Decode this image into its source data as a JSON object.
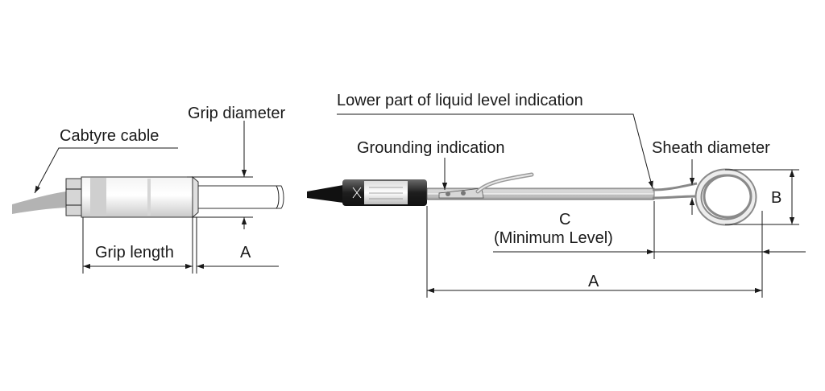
{
  "labels": {
    "cabtyre_cable": "Cabtyre cable",
    "grip_diameter": "Grip diameter",
    "grip_length": "Grip length",
    "dim_a_left": "A",
    "lower_part": "Lower part of liquid level indication",
    "grounding": "Grounding indication",
    "sheath_diameter": "Sheath diameter",
    "dim_c": "C",
    "minimum_level": "(Minimum Level)",
    "dim_b": "B",
    "dim_a_right": "A"
  }
}
